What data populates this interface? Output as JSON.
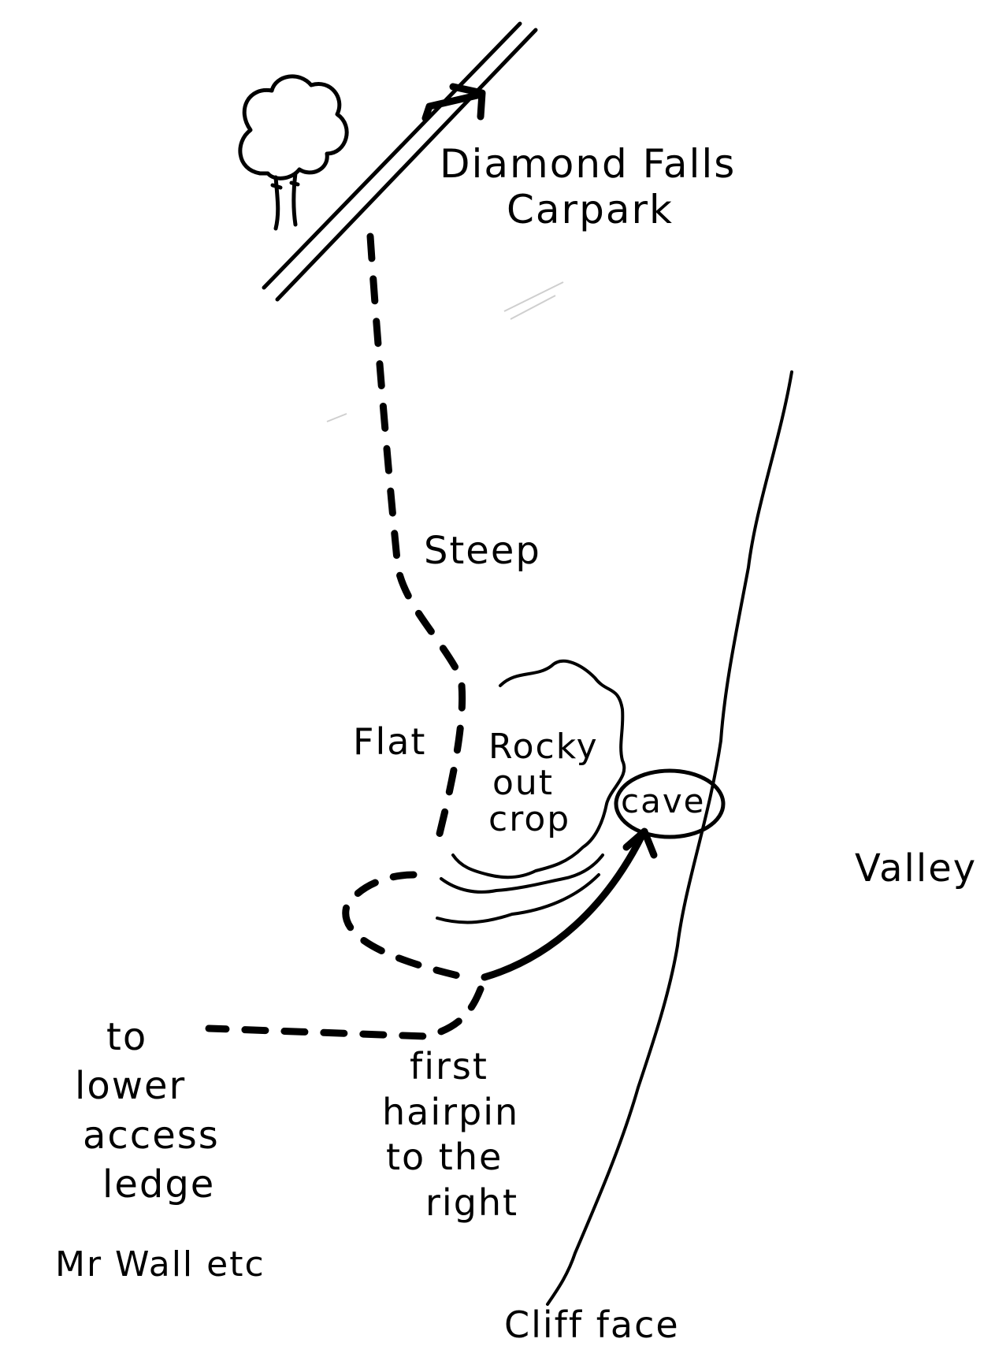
{
  "labels": {
    "carpark_line1": "Diamond Falls",
    "carpark_line2": "Carpark",
    "steep": "Steep",
    "flat": "Flat",
    "rocky_line1": "Rocky",
    "rocky_line2": "out",
    "rocky_line3": "crop",
    "cave": "cave",
    "valley": "Valley",
    "lower_line1": "to",
    "lower_line2": "lower",
    "lower_line3": "access",
    "lower_line4": "ledge",
    "mr_wall": "Mr Wall etc",
    "hairpin_line1": "first",
    "hairpin_line2": "hairpin",
    "hairpin_line3": "to the",
    "hairpin_line4": "right",
    "cliff_face": "Cliff face"
  },
  "colors": {
    "ink": "#000000",
    "paper": "#ffffff"
  },
  "icons": {
    "tree": "tree-icon",
    "carpark_arrow": "arrow-icon"
  }
}
